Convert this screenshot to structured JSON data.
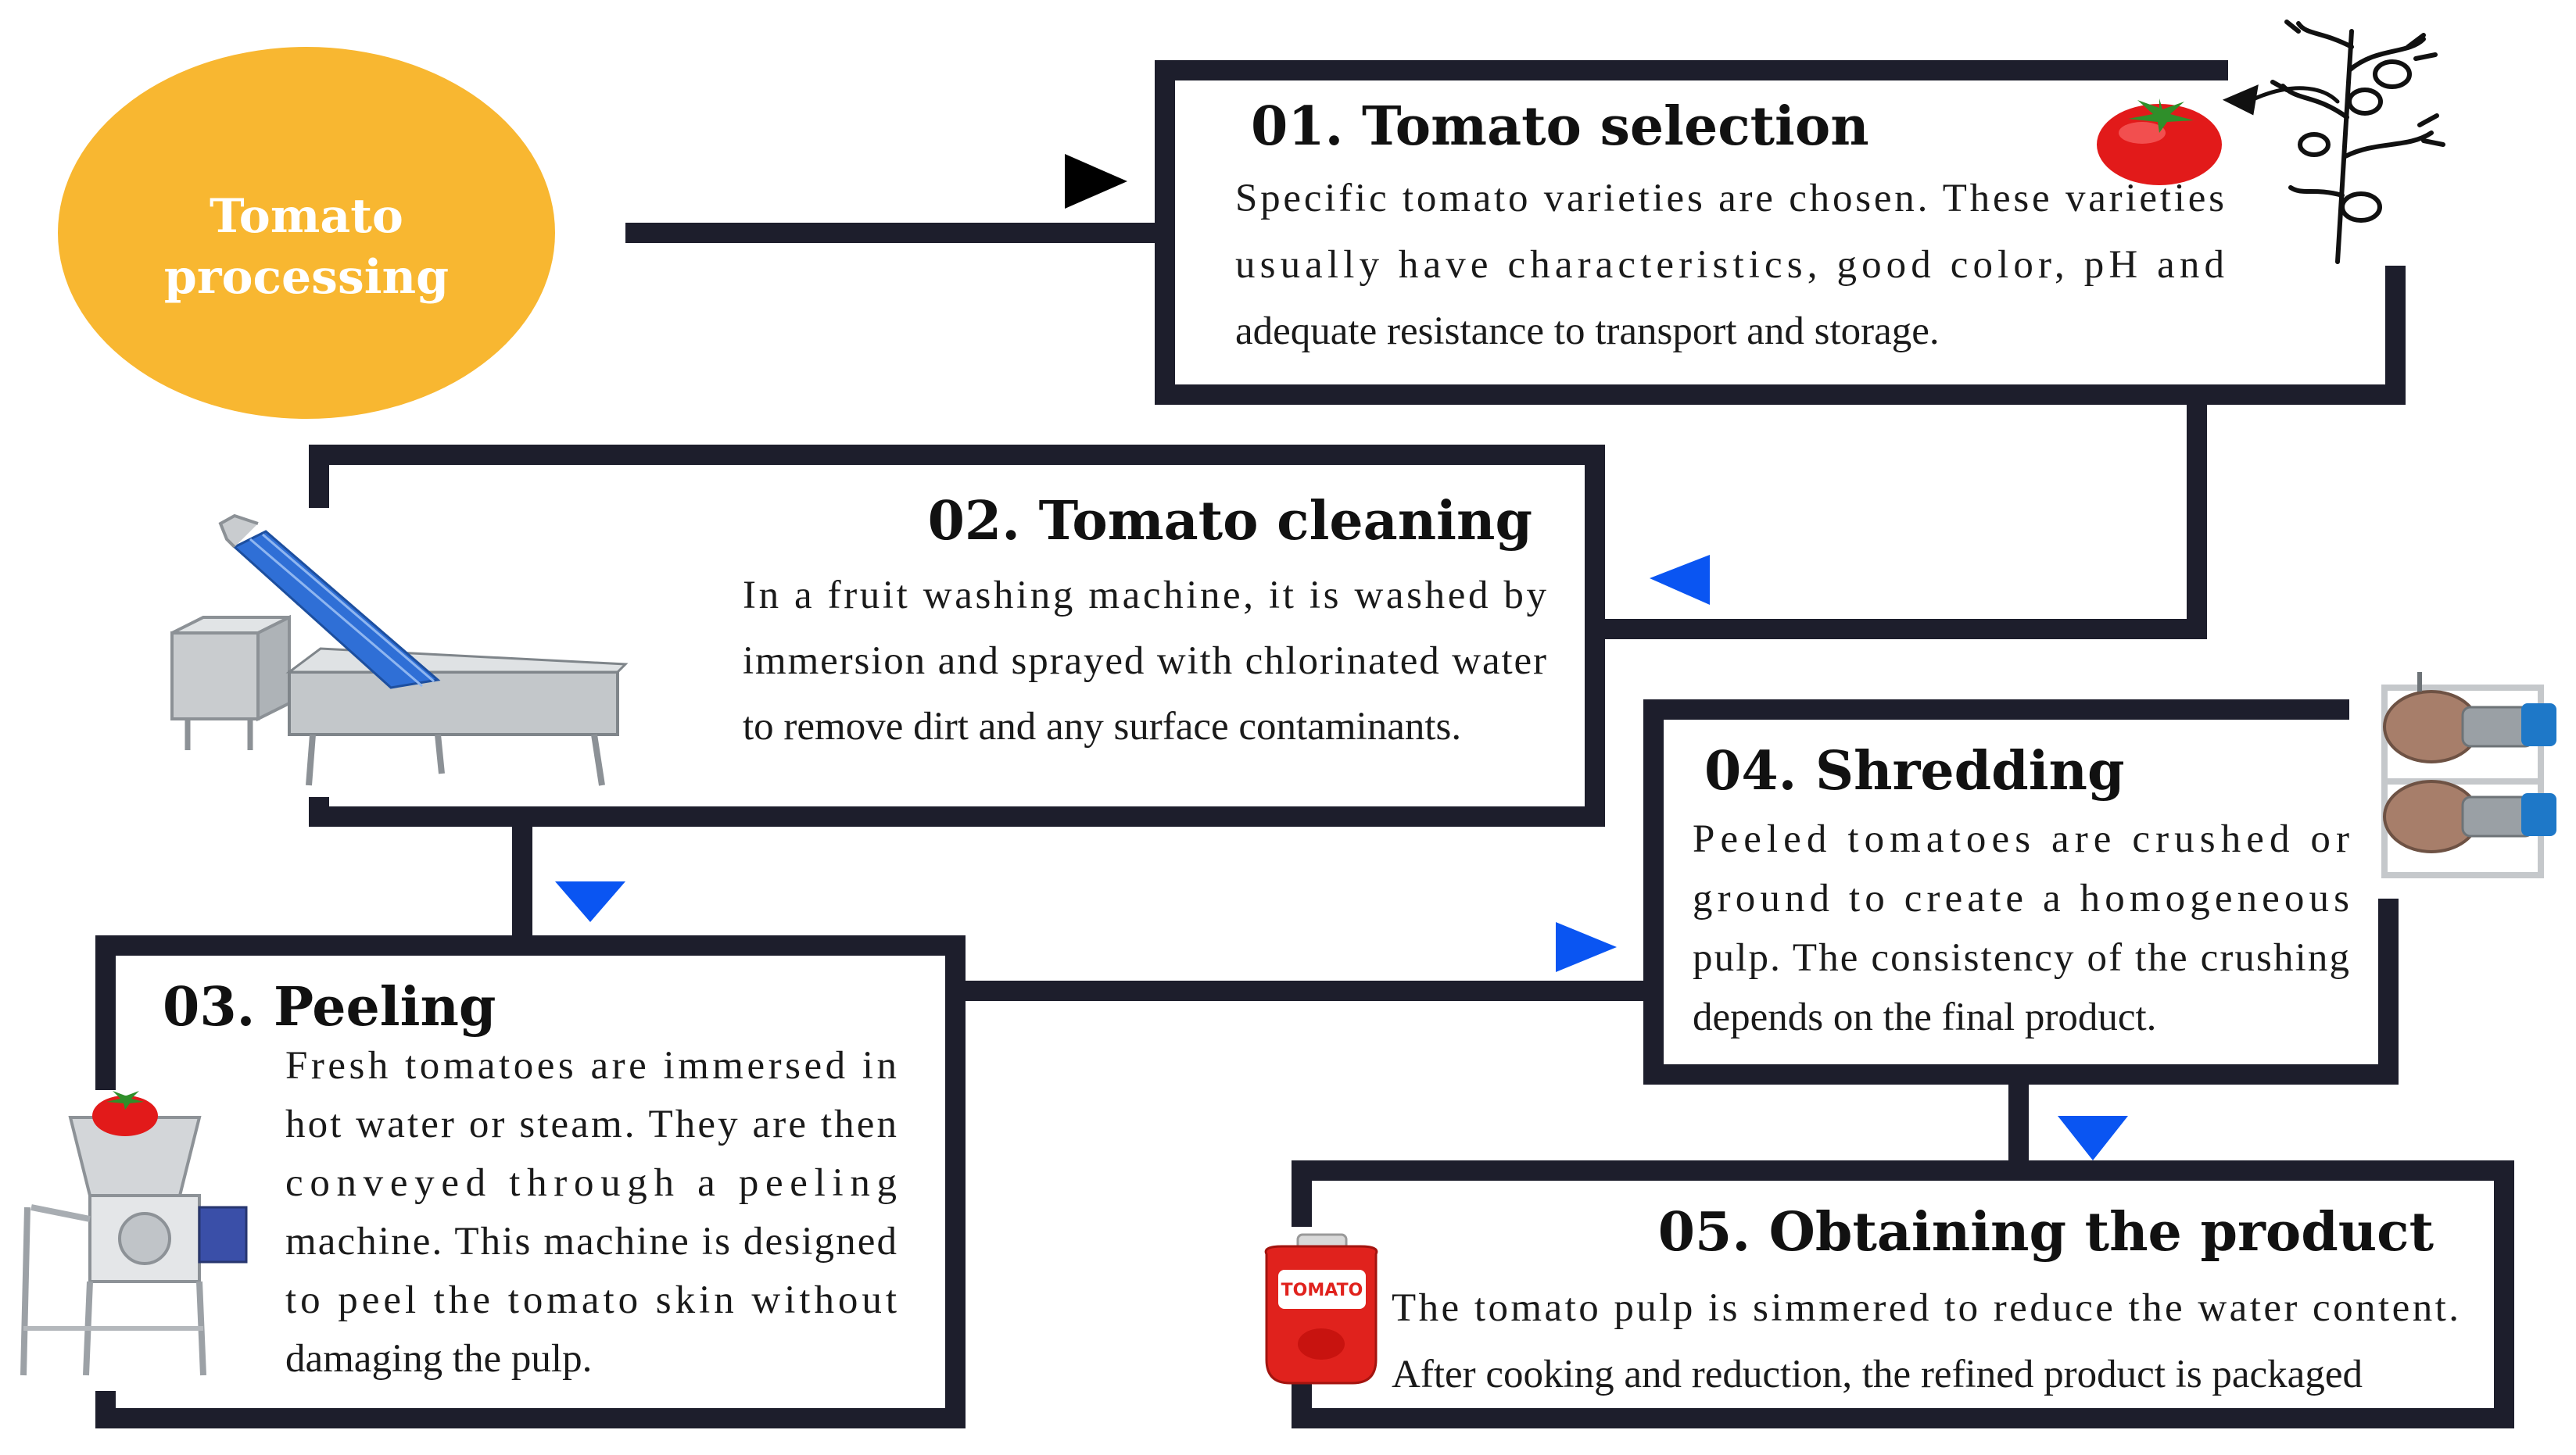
{
  "start": {
    "label_line1": "Tomato",
    "label_line2": "processing",
    "color": "#f8b731"
  },
  "colors": {
    "frame": "#1d1e2c",
    "arrow_blue": "#0a55f2",
    "arrow_black": "#000000",
    "tomato": "#e21a1a"
  },
  "steps": [
    {
      "title": "01. Tomato selection",
      "lines": [
        "Specific tomato varieties are chosen. These varieties",
        "usually have characteristics, good color, pH and",
        "adequate resistance to transport and storage."
      ],
      "icon": "tomato-plant-icon"
    },
    {
      "title": "02. Tomato cleaning",
      "lines": [
        "In a fruit washing machine, it is washed by",
        "immersion and sprayed with chlorinated water",
        "to remove dirt and any surface contaminants."
      ],
      "icon": "washing-machine-icon"
    },
    {
      "title": "03. Peeling",
      "lines": [
        "Fresh tomatoes are immersed in",
        "hot water or steam. They are then",
        "conveyed through a peeling",
        "machine. This machine is designed",
        "to peel the tomato skin without",
        "damaging the pulp."
      ],
      "icon": "peeling-machine-icon"
    },
    {
      "title": "04. Shredding",
      "lines": [
        "Peeled tomatoes are crushed or",
        "ground to create a homogeneous",
        "pulp. The consistency of the crushing",
        "depends on the final product."
      ],
      "icon": "shredder-machine-icon"
    },
    {
      "title": "05. Obtaining the product",
      "lines": [
        "The tomato pulp is simmered to reduce the water content.",
        "After cooking and reduction, the refined product is packaged"
      ],
      "icon": "ketchup-bottle-icon"
    }
  ],
  "ketchup_label": "TOMATO"
}
